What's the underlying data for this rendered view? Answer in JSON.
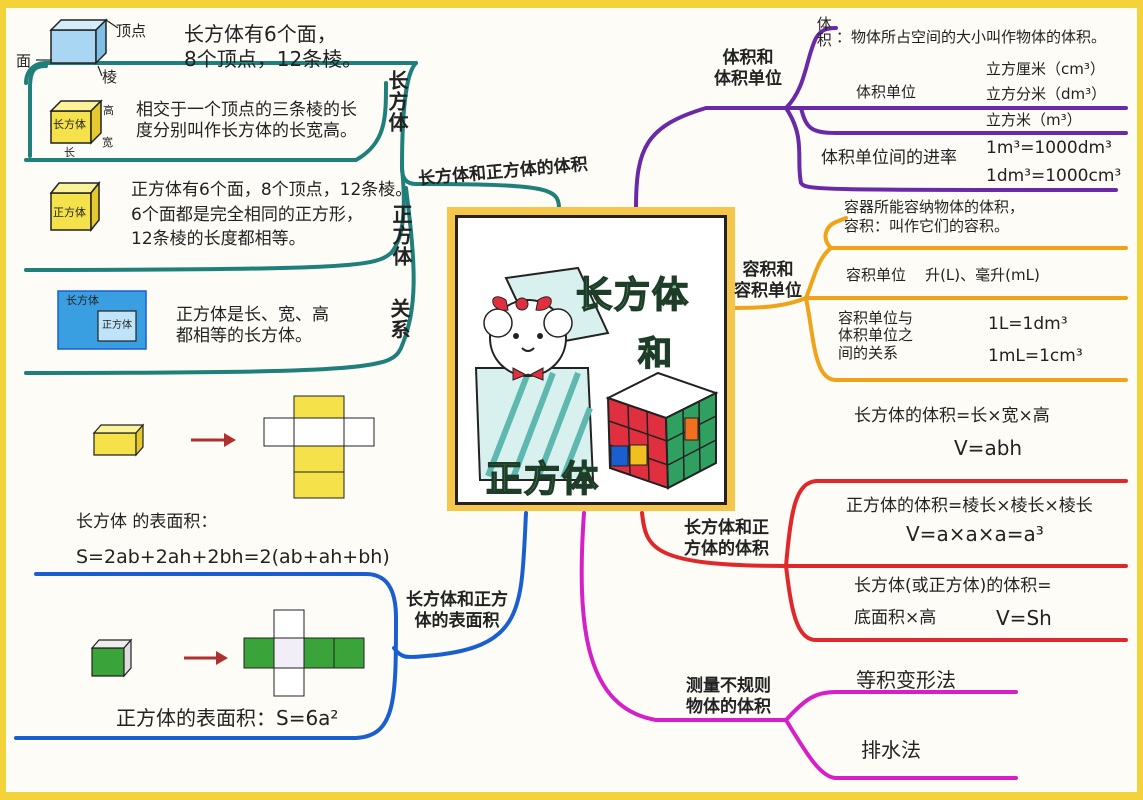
{
  "center": {
    "title_1": "长方体",
    "title_2": "和",
    "title_3": "正方体"
  },
  "left": {
    "branch_main": "长方体和正方体的体积",
    "branch_cuboid": "长方体",
    "branch_cube": "正方体",
    "branch_relation": "关系",
    "cuboid_fig_labels": {
      "vertex": "顶点",
      "face": "面",
      "edge": "棱"
    },
    "cuboid_facts": "长方体有6个面，\n8个顶点，12条棱。",
    "cuboid_dims_fig": {
      "name": "长方体",
      "height": "高",
      "length": "长",
      "width": "宽"
    },
    "cuboid_dims": "相交于一个顶点的三条棱的长\n度分别叫作长方体的长宽高。",
    "cube_fig": "正方体",
    "cube_facts": "正方体有6个面，8个顶点，12条棱。\n6个面都是完全相同的正方形，\n12条棱的长度都相等。",
    "relation_fig": {
      "outer": "长方体",
      "inner": "正方体"
    },
    "relation_text": "正方体是长、宽、高\n都相等的长方体。",
    "surface_branch": "长方体和正方\n体的表面积",
    "cuboid_surface_label": "长方体 的表面积：",
    "cuboid_surface_formula": "S=2ab+2ah+2bh=2(ab+ah+bh)",
    "cube_surface": "正方体的表面积：S=6a²"
  },
  "right": {
    "vol_unit_branch": "体积和\n体积单位",
    "vol_def_head": "体积",
    "vol_def": "：物体所占空间的大小叫作物体的体积。",
    "vol_units_label": "体积单位",
    "vol_units": [
      "立方厘米（cm³）",
      "立方分米（dm³）",
      "立方米（m³）"
    ],
    "vol_rate_label": "体积单位间的进率",
    "vol_rates": [
      "1m³=1000dm³",
      "1dm³=1000cm³"
    ],
    "cap_branch": "容积和\n容积单位",
    "cap_def": "容器所能容纳物体的体积，\n容积：叫作它们的容积。",
    "cap_units": "容积单位    升(L)、毫升(mL)",
    "cap_rel_label": "容积单位与\n体积单位之\n间的关系",
    "cap_rels": [
      "1L=1dm³",
      "1mL=1cm³"
    ],
    "volume_branch": "长方体和正\n方体的体积",
    "cuboid_vol": "长方体的体积=长×宽×高",
    "cuboid_vol_formula": "V=abh",
    "cube_vol": "正方体的体积=棱长×棱长×棱长",
    "cube_vol_formula": "V=a×a×a=a³",
    "general_vol": "长方体(或正方体)的体积=",
    "general_vol_2": "底面积×高",
    "general_vol_formula": "V=Sh",
    "irregular_branch": "测量不规则\n物体的体积",
    "irregular_methods": [
      "等积变形法",
      "排水法"
    ]
  },
  "colors": {
    "teal": "#1f7f7a",
    "purple": "#6a2aa8",
    "orange": "#f0a318",
    "red": "#e0282a",
    "blue": "#1a5fd0",
    "magenta": "#d61fc8"
  }
}
